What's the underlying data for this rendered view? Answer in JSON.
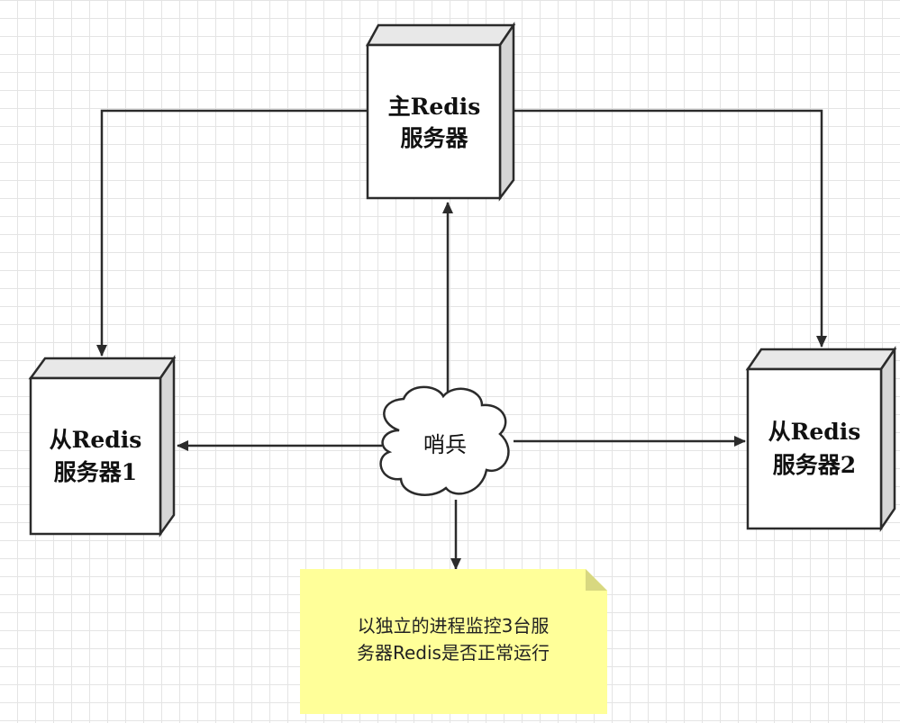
{
  "nodes": {
    "master": {
      "line1": "主Redis",
      "line2": "服务器"
    },
    "slave1": {
      "line1": "从Redis",
      "line2": "服务器1"
    },
    "slave2": {
      "line1": "从Redis",
      "line2": "服务器2"
    },
    "sentinel": {
      "label": "哨兵"
    }
  },
  "note": {
    "line1": "以独立的进程监控3台服",
    "line2": "务器Redis是否正常运行"
  },
  "colors": {
    "stroke": "#2b2b2b",
    "box_fill": "#ffffff",
    "box_top": "#e8e8e8",
    "box_side": "#d6d6d6",
    "note_fill": "#ffff99",
    "note_fold": "#d8d880"
  }
}
